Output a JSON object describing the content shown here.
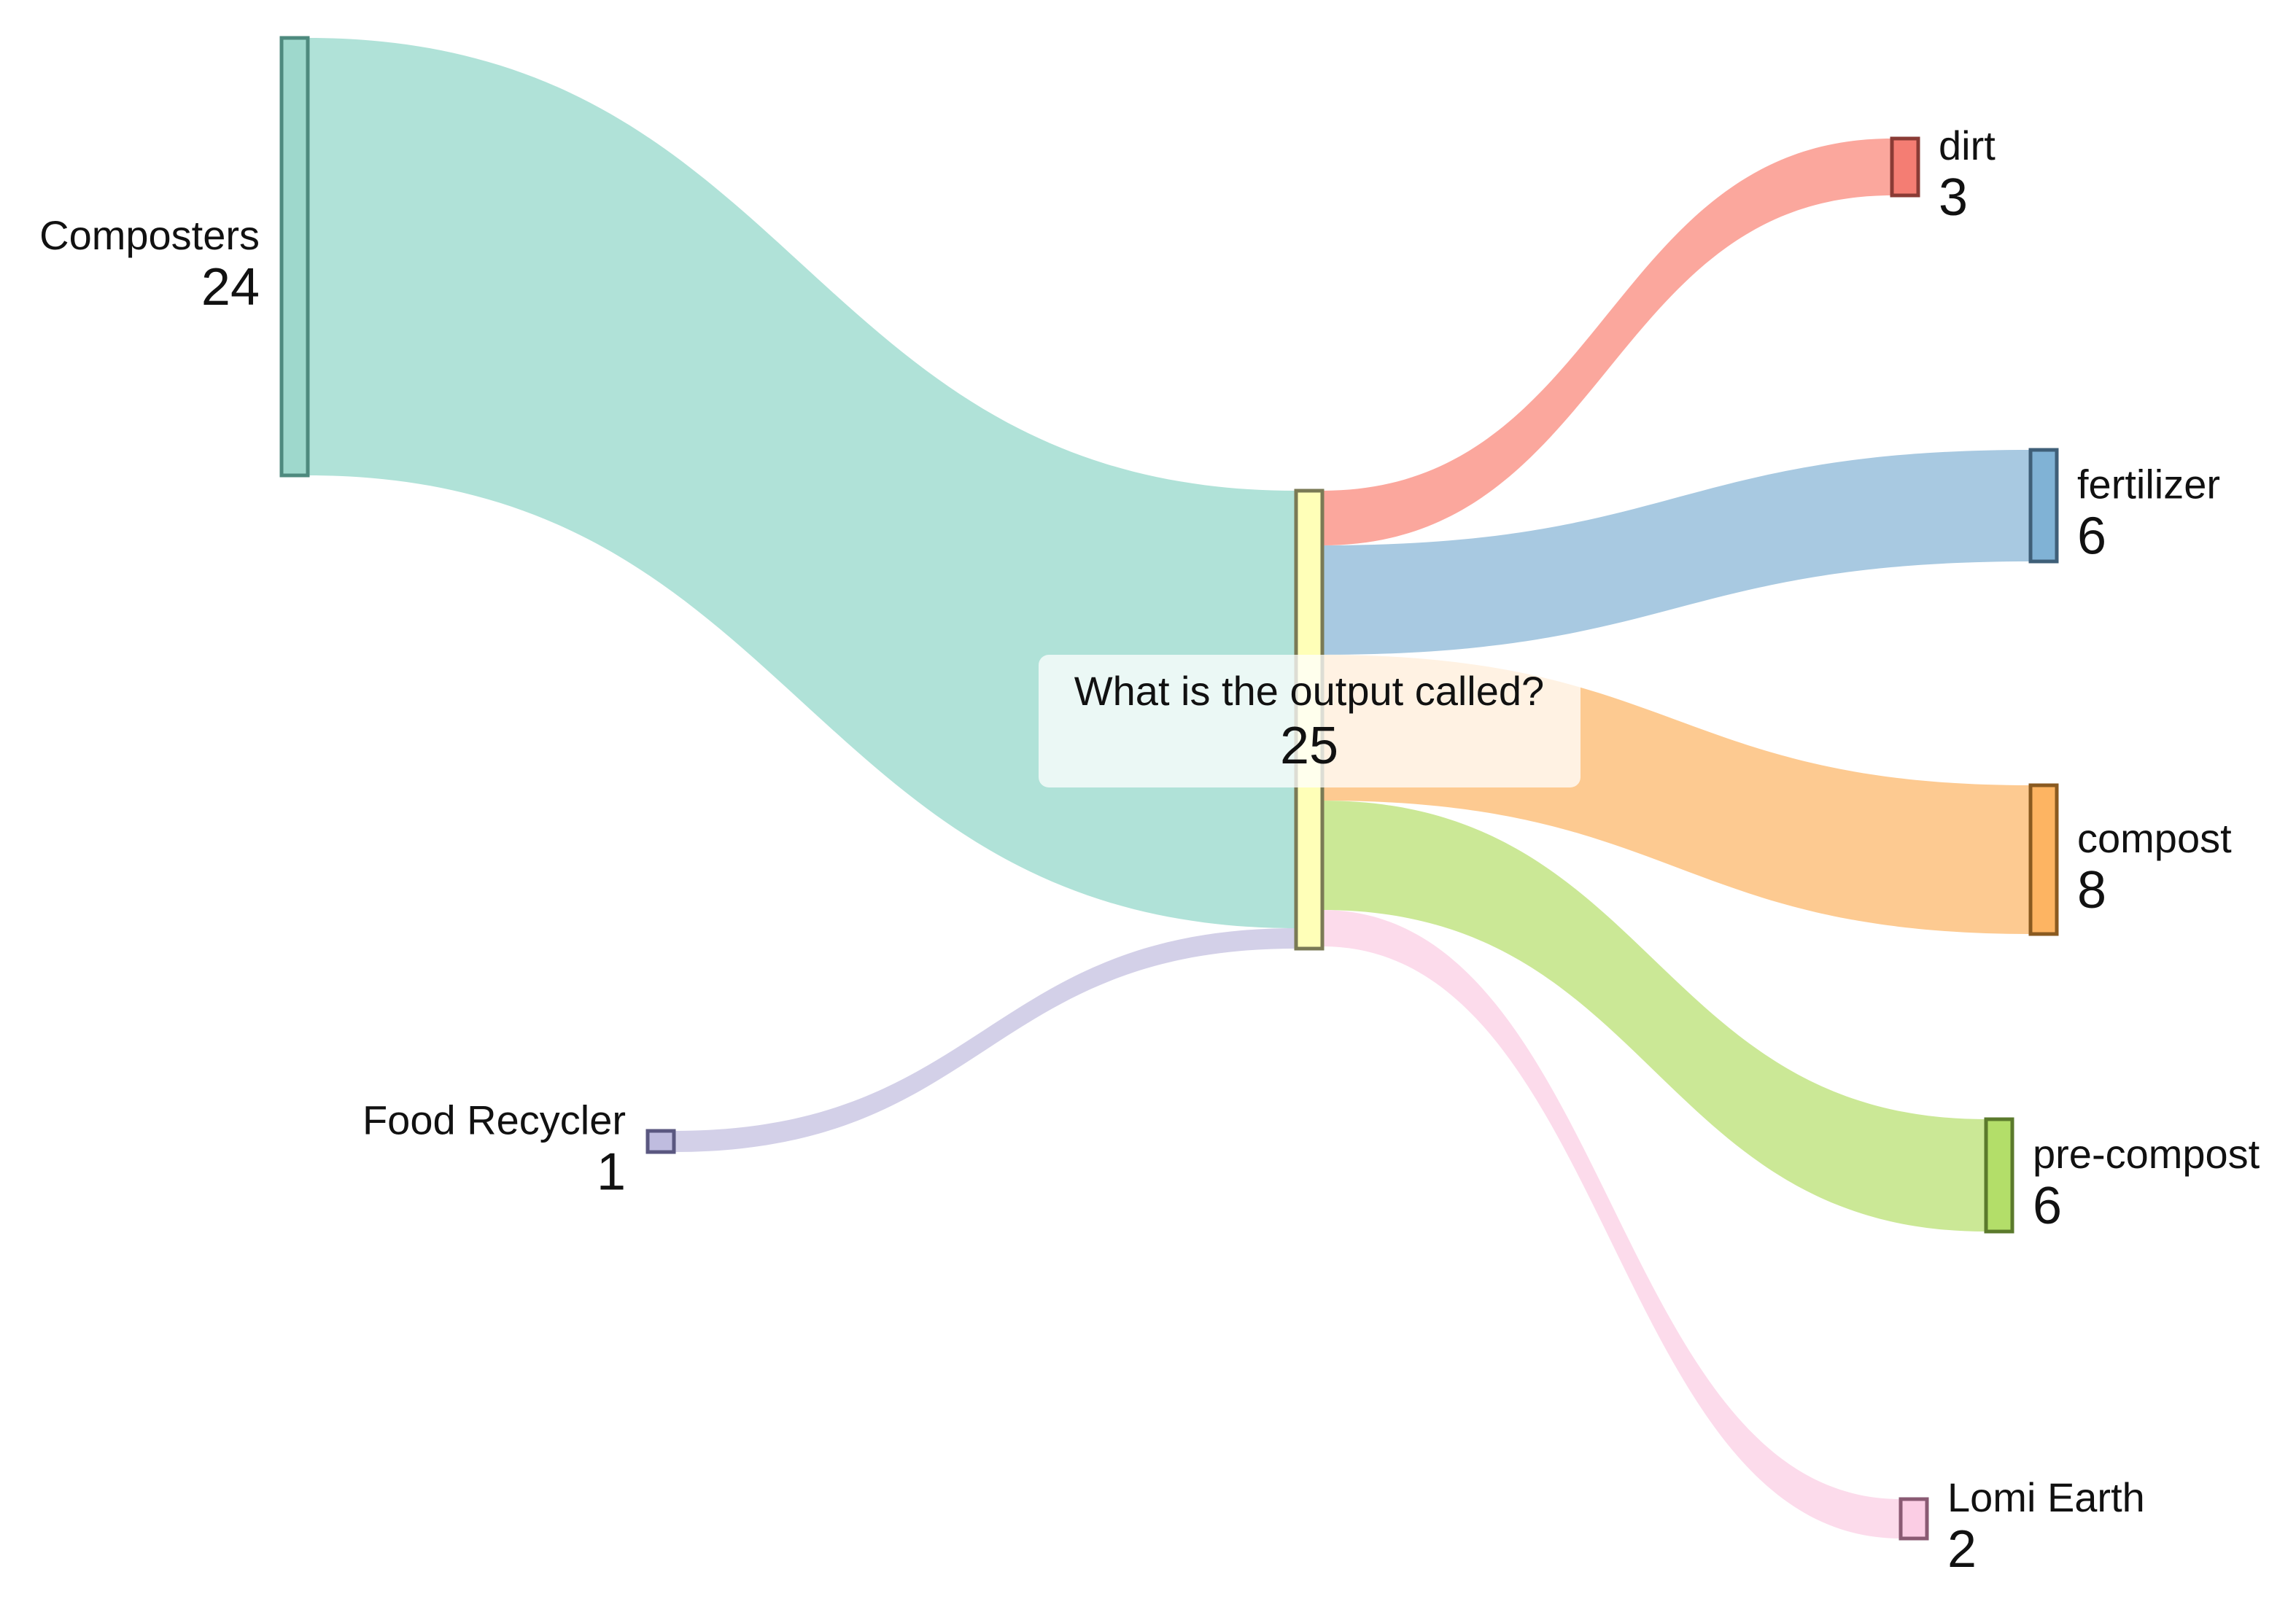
{
  "chart_data": {
    "type": "sankey",
    "nodes": [
      {
        "id": "composters",
        "name": "Composters",
        "value": "24",
        "color": "#9ed8cc",
        "stroke": "#4e8a7e"
      },
      {
        "id": "food",
        "name": "Food Recycler",
        "value": "1",
        "color": "#bfbcdf",
        "stroke": "#5a5780"
      },
      {
        "id": "mid",
        "name": "What is the output called?",
        "value": "25",
        "color": "#ffffb8",
        "stroke": "#7a7a55"
      },
      {
        "id": "dirt",
        "name": "dirt",
        "value": "3",
        "color": "#f47d73",
        "stroke": "#8a3b35"
      },
      {
        "id": "fertilizer",
        "name": "fertilizer",
        "value": "6",
        "color": "#80b2d5",
        "stroke": "#3f5f78"
      },
      {
        "id": "compost",
        "name": "compost",
        "value": "8",
        "color": "#fdb462",
        "stroke": "#8a5a20"
      },
      {
        "id": "precompost",
        "name": "pre-compost",
        "value": "6",
        "color": "#b3de69",
        "stroke": "#5b7a2c"
      },
      {
        "id": "lomi",
        "name": "Lomi Earth",
        "value": "2",
        "color": "#fbcde4",
        "stroke": "#8a5a73"
      }
    ],
    "links": [
      {
        "source": "composters",
        "target": "mid",
        "value": 24,
        "color": "#b0e2d8"
      },
      {
        "source": "food",
        "target": "mid",
        "value": 1,
        "color": "#d3d0e8"
      },
      {
        "source": "mid",
        "target": "dirt",
        "value": 3,
        "color": "#fba79d"
      },
      {
        "source": "mid",
        "target": "fertilizer",
        "value": 6,
        "color": "#a8c9e1"
      },
      {
        "source": "mid",
        "target": "compost",
        "value": 8,
        "color": "#fdca91"
      },
      {
        "source": "mid",
        "target": "precompost",
        "value": 6,
        "color": "#cbe896"
      },
      {
        "source": "mid",
        "target": "lomi",
        "value": 2,
        "color": "#fcdbeb"
      }
    ]
  }
}
